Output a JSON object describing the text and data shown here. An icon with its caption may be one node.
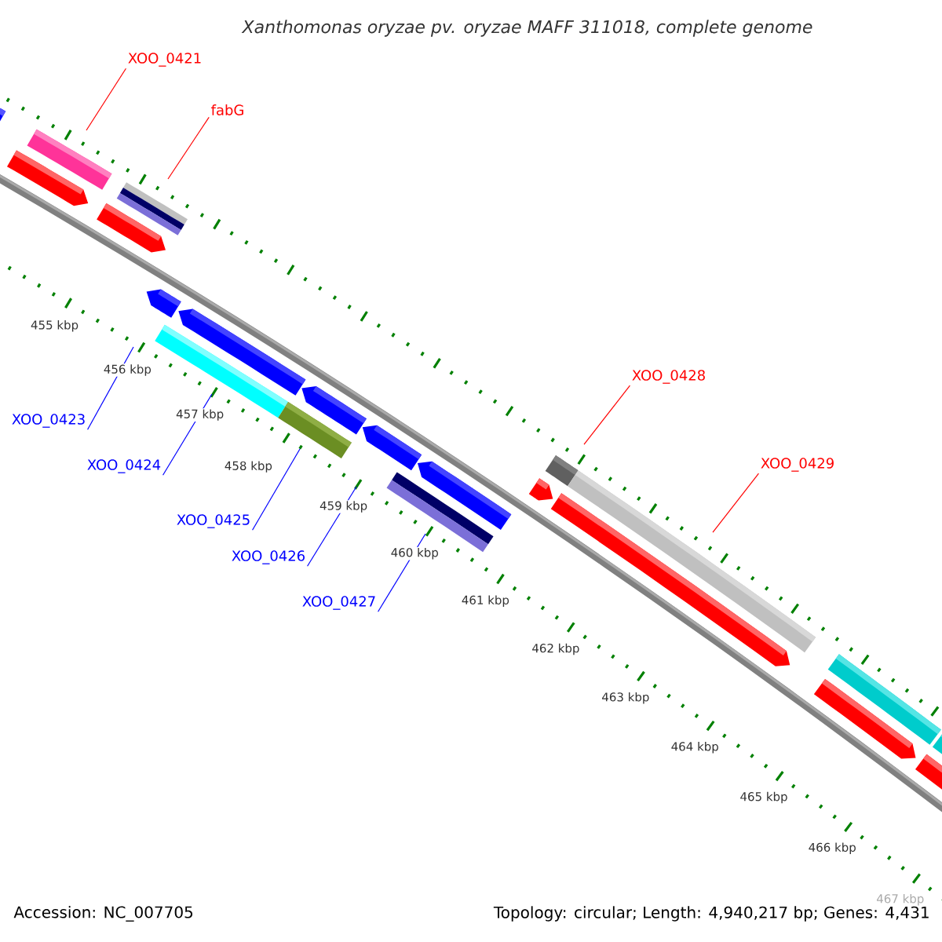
{
  "diagram": {
    "title": "Xanthomonas oryzae pv. oryzae MAFF 311018, complete genome",
    "nodes": [
      {
        "text": [
          "XOO_0421"
        ]
      },
      {
        "text": [
          "fabG"
        ]
      },
      {
        "text": [
          "XOO_0428"
        ]
      },
      {
        "text": [
          "XOO_0423"
        ]
      },
      {
        "text": [
          "XOO_0429"
        ]
      },
      {
        "text": [
          "XOO_0424"
        ]
      },
      {
        "text": [
          "XOO_0425"
        ]
      },
      {
        "text": [
          "XOO_0426"
        ]
      },
      {
        "text": [
          "XOO_0427"
        ]
      }
    ],
    "edges": [
      {
        "from": 0,
        "to": null,
        "arrow": "none",
        "color": "#ff0000"
      },
      {
        "from": 1,
        "to": null,
        "arrow": "none",
        "color": "#ff0000"
      },
      {
        "from": 2,
        "to": null,
        "arrow": "none",
        "color": "#ff0000"
      },
      {
        "from": 3,
        "to": null,
        "arrow": "none"
      },
      {
        "from": 4,
        "to": null,
        "arrow": "none",
        "color": "#ff0000"
      },
      {
        "from": 5,
        "to": null,
        "arrow": "none"
      },
      {
        "from": 6,
        "to": null,
        "arrow": "none"
      },
      {
        "from": 7,
        "to": null,
        "arrow": "none"
      },
      {
        "from": 8,
        "to": null,
        "arrow": "none"
      }
    ],
    "labels": [
      "455 kbp",
      "456 kbp",
      "457 kbp",
      "458 kbp",
      "459 kbp",
      "460 kbp",
      "461 kbp",
      "462 kbp",
      "463 kbp",
      "464 kbp",
      "465 kbp",
      "466 kbp",
      "467 kbp",
      "Accession: NC_007705",
      "Topology: circular; Length: 4,940,217 bp; Genes: 4,431"
    ]
  }
}
